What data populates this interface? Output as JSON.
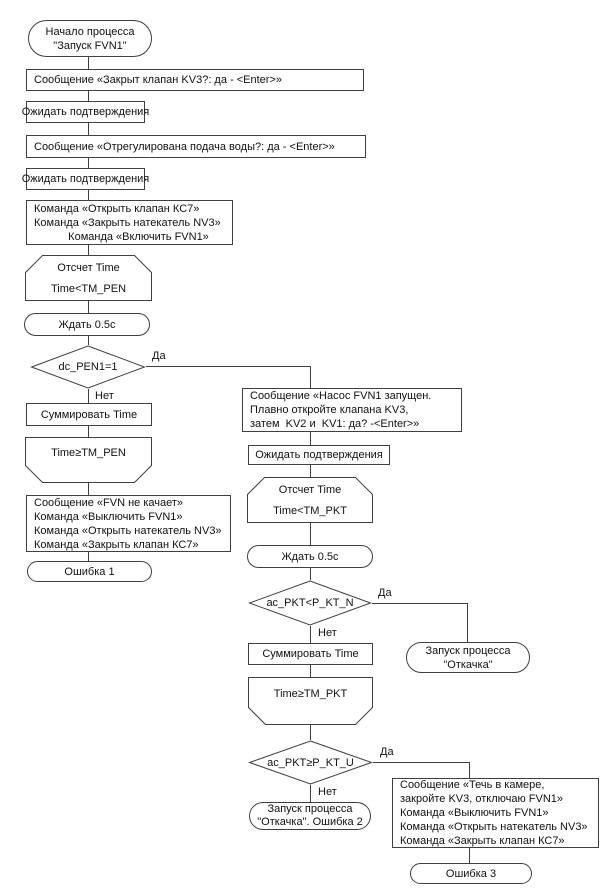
{
  "diagram": {
    "language": "ru",
    "labels": {
      "yes": "Да",
      "no": "Нет"
    },
    "nodes": {
      "start": {
        "type": "terminator",
        "lines": [
          "Начало процесса",
          "\"Запуск FVN1\""
        ]
      },
      "msg_kv3": {
        "type": "process",
        "text": "Сообщение «Закрыт клапан KV3?: да - <Enter>»"
      },
      "wait1": {
        "type": "process",
        "text": "Ожидать подтверждения"
      },
      "msg_water": {
        "type": "process",
        "text": "Сообщение «Отрегулирована подача воды?: да - <Enter>»"
      },
      "wait2": {
        "type": "process",
        "text": "Ожидать подтверждения"
      },
      "cmds_start": {
        "type": "process",
        "lines": [
          "Команда «Открыть клапан КС7»",
          "Команда «Закрыть натекатель NV3»",
          "Команда «Включить FVN1»"
        ]
      },
      "loop_pen_begin": {
        "type": "loop-begin",
        "lines": [
          "Отсчет Time",
          "Time<TM_PEN"
        ]
      },
      "delay1": {
        "type": "terminator",
        "text": "Ждать 0.5с"
      },
      "dec_pen": {
        "type": "decision",
        "text": "dc_PEN1=1"
      },
      "sum1": {
        "type": "process",
        "text": "Суммировать Time"
      },
      "loop_pen_end": {
        "type": "loop-end",
        "text": "Time≥TM_PEN"
      },
      "err1_cmds": {
        "type": "process",
        "lines": [
          "Сообщение «FVN не качает»",
          "Команда «Выключить FVN1»",
          "Команда «Открыть натекатель NV3»",
          "Команда «Закрыть клапан КС7»"
        ]
      },
      "err1": {
        "type": "terminator",
        "text": "Ошибка 1"
      },
      "msg_pump": {
        "type": "process",
        "lines": [
          "Сообщение «Насос FVN1 запущен.",
          "Плавно откройте клапана KV3,",
          "затем  KV2 и  KV1: да? -<Enter>»"
        ]
      },
      "wait3": {
        "type": "process",
        "text": "Ожидать подтверждения"
      },
      "loop_pkt_begin": {
        "type": "loop-begin",
        "lines": [
          "Отсчет Time",
          "Time<TM_PKT"
        ]
      },
      "delay2": {
        "type": "terminator",
        "text": "Ждать 0.5с"
      },
      "dec_pkt_n": {
        "type": "decision",
        "text": "ac_PKT<P_KT_N"
      },
      "pumpdown": {
        "type": "terminator",
        "lines": [
          "Запуск процесса",
          "\"Откачка\""
        ]
      },
      "sum2": {
        "type": "process",
        "text": "Суммировать Time"
      },
      "loop_pkt_end": {
        "type": "loop-end",
        "text": "Time≥TM_PKT"
      },
      "dec_pkt_u": {
        "type": "decision",
        "text": "ac_PKT≥P_KT_U"
      },
      "err2": {
        "type": "terminator",
        "lines": [
          "Запуск процесса",
          "\"Откачка\". Ошибка 2"
        ]
      },
      "leak_cmds": {
        "type": "process",
        "lines": [
          "Сообщение «Течь в камере,",
          "закройте KV3, отключаю FVN1»",
          "Команда «Выключить FVN1»",
          "Команда «Открыть натекатель NV3»",
          "Команда «Закрыть клапан КС7»"
        ]
      },
      "err3": {
        "type": "terminator",
        "text": "Ошибка 3"
      }
    }
  }
}
